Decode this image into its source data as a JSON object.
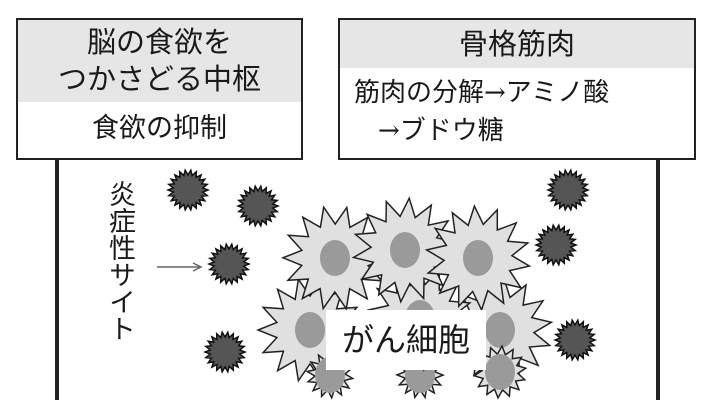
{
  "brain_box": {
    "title": [
      "脳の食欲を",
      "つかさどる中枢"
    ],
    "effect": "食欲の抑制"
  },
  "muscle_box": {
    "title": "骨格筋肉",
    "effect": [
      "筋肉の分解→アミノ酸",
      "→ブドウ糖"
    ]
  },
  "cytokine_label": "炎症性サイト",
  "cancer_label": "がん細胞",
  "colors": {
    "header_bg": "#e6e6e6",
    "cytokine": "#555555",
    "cancer_cell": "#e0e0e0",
    "nucleus": "#9a9a9a"
  }
}
